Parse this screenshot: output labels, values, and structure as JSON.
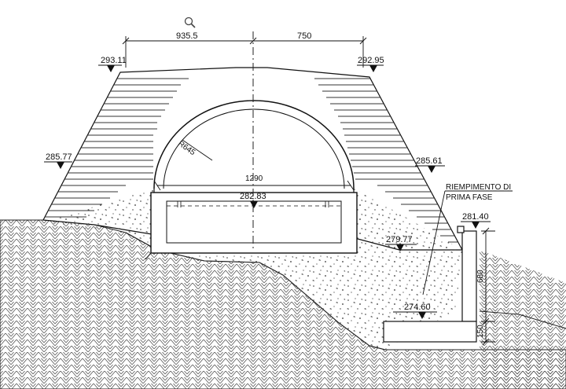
{
  "toolbar": {
    "zoom_icon": "magnifier-icon"
  },
  "drawing": {
    "dimensions": {
      "top_left": "935.5",
      "top_right": "750",
      "span": "1290",
      "radius": "R645",
      "wall_height": "680",
      "footing_height": "150"
    },
    "elevations": {
      "top_left": "293.11",
      "top_right": "292.95",
      "left_shoulder": "285.77",
      "right_shoulder": "285.61",
      "floor": "282.83",
      "right_wall_top": "281.40",
      "right_base": "279.77",
      "footing": "274.60"
    },
    "note": {
      "line1": "RIEMPIMENTO DI",
      "line2": "PRIMA FASE"
    }
  }
}
